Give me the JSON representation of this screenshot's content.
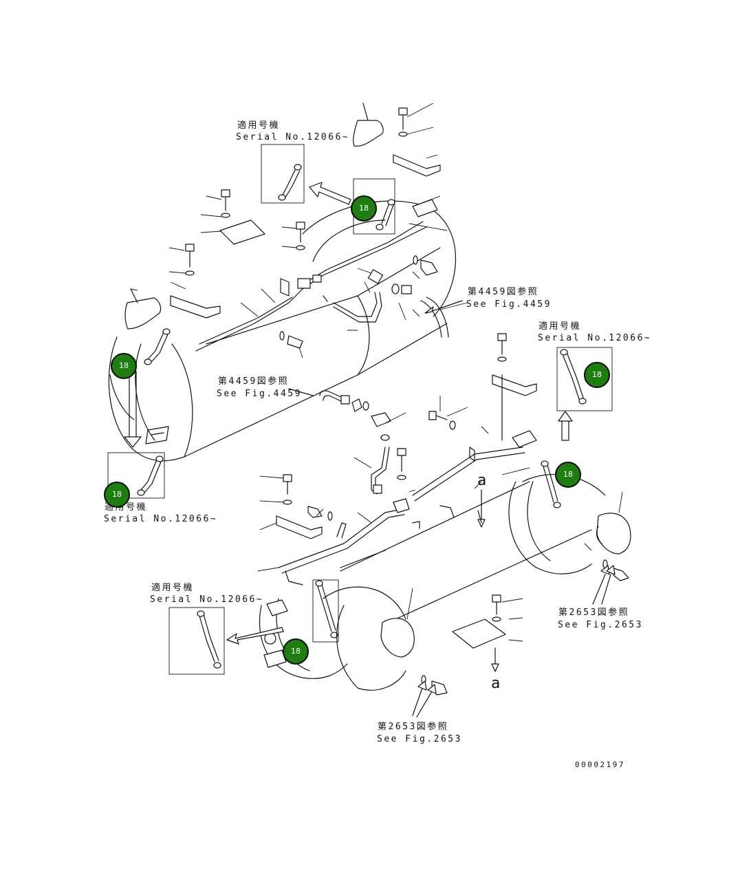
{
  "callouts": {
    "b1": "18",
    "b2": "18",
    "b3": "18",
    "b4": "18",
    "b5": "18",
    "b6": "18"
  },
  "labels": {
    "serial_top_jp": "適用号機",
    "serial_top_en": "Serial No.12066~",
    "ref_4459a_jp": "第4459図参照",
    "ref_4459a_en": "See Fig.4459",
    "serial_right_jp": "適用号機",
    "serial_right_en": "Serial No.12066~",
    "ref_4459b_jp": "第4459図参照",
    "ref_4459b_en": "See Fig.4459",
    "serial_left_jp": "適用号機",
    "serial_left_en": "Serial No.12066~",
    "serial_bottom_jp": "適用号機",
    "serial_bottom_en": "Serial No.12066~",
    "ref_2653a_jp": "第2653図参照",
    "ref_2653a_en": "See Fig.2653",
    "ref_2653b_jp": "第2653図参照",
    "ref_2653b_en": "See Fig.2653",
    "view_a_top": "a",
    "view_a_bottom": "a",
    "drawing_number": "00002197"
  },
  "colors": {
    "callout_fill": "#1f7d12",
    "line": "#111111"
  }
}
